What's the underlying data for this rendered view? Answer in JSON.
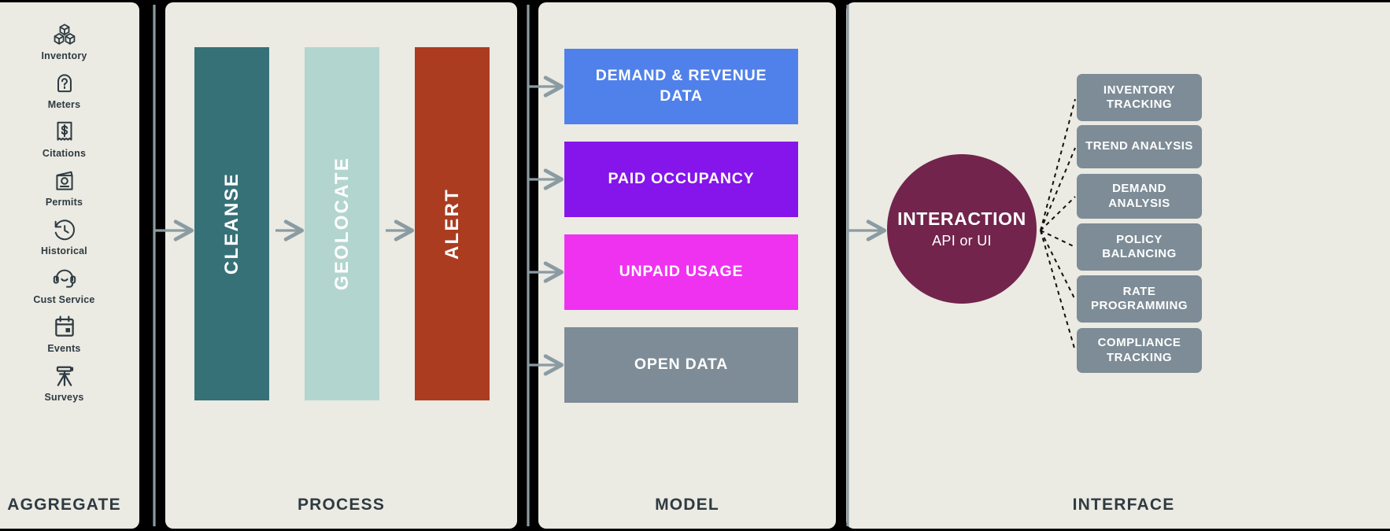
{
  "colors": {
    "panel_bg": "#ebeae3",
    "gap_black": "#000000",
    "ink": "#2e3b42",
    "arrow_gray": "#8a9ba2",
    "cleanse": "#367177",
    "geolocate": "#b3d5cf",
    "alert": "#ab3c20",
    "demand_revenue": "#5081ea",
    "paid_occupancy": "#8515ea",
    "unpaid_usage": "#ef32f0",
    "open_data": "#7d8c96",
    "interaction": "#72244c",
    "interface_box": "#7d8c96"
  },
  "aggregate": {
    "title": "AGGREGATE",
    "items": [
      {
        "label": "Inventory",
        "icon": "boxes-icon"
      },
      {
        "label": "Meters",
        "icon": "parking-meter-icon"
      },
      {
        "label": "Citations",
        "icon": "dollar-receipt-icon"
      },
      {
        "label": "Permits",
        "icon": "permit-card-icon"
      },
      {
        "label": "Historical",
        "icon": "clock-rewind-icon"
      },
      {
        "label": "Cust Service",
        "icon": "headset-icon"
      },
      {
        "label": "Events",
        "icon": "calendar-icon"
      },
      {
        "label": "Surveys",
        "icon": "survey-tripod-icon"
      }
    ]
  },
  "process": {
    "title": "PROCESS",
    "steps": [
      {
        "label": "CLEANSE",
        "color": "#367177"
      },
      {
        "label": "GEOLOCATE",
        "color": "#b3d5cf"
      },
      {
        "label": "ALERT",
        "color": "#ab3c20"
      }
    ]
  },
  "model": {
    "title": "MODEL",
    "boxes": [
      {
        "label": "DEMAND & REVENUE DATA",
        "color": "#5081ea"
      },
      {
        "label": "PAID OCCUPANCY",
        "color": "#8515ea"
      },
      {
        "label": "UNPAID USAGE",
        "color": "#ef32f0"
      },
      {
        "label": "OPEN DATA",
        "color": "#7d8c96"
      }
    ]
  },
  "interface": {
    "title": "INTERFACE",
    "hub": {
      "title": "INTERACTION",
      "subtitle": "API or UI",
      "color": "#72244c"
    },
    "outputs": [
      {
        "label": "INVENTORY TRACKING"
      },
      {
        "label": "TREND ANALYSIS"
      },
      {
        "label": "DEMAND ANALYSIS"
      },
      {
        "label": "POLICY BALANCING"
      },
      {
        "label": "RATE PROGRAMMING"
      },
      {
        "label": "COMPLIANCE TRACKING"
      }
    ]
  }
}
